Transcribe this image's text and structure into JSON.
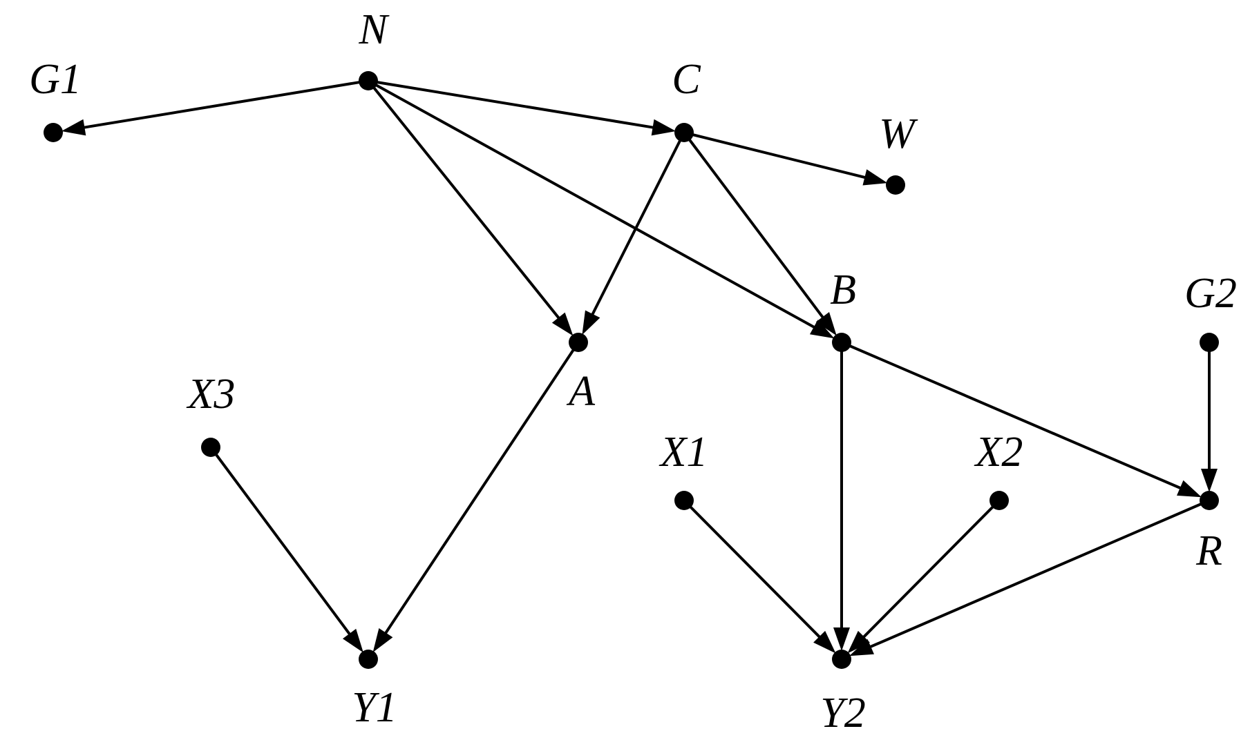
{
  "diagram": {
    "type": "directed-graph",
    "colors": {
      "ink": "#000000",
      "background": "#ffffff"
    },
    "nodes": [
      {
        "id": "N",
        "label": "N"
      },
      {
        "id": "G1",
        "label": "G1"
      },
      {
        "id": "C",
        "label": "C"
      },
      {
        "id": "W",
        "label": "W"
      },
      {
        "id": "A",
        "label": "A"
      },
      {
        "id": "B",
        "label": "B"
      },
      {
        "id": "G2",
        "label": "G2"
      },
      {
        "id": "X3",
        "label": "X3"
      },
      {
        "id": "X1",
        "label": "X1"
      },
      {
        "id": "X2",
        "label": "X2"
      },
      {
        "id": "R",
        "label": "R"
      },
      {
        "id": "Y1",
        "label": "Y1"
      },
      {
        "id": "Y2",
        "label": "Y2"
      }
    ],
    "edges": [
      {
        "from": "N",
        "to": "G1"
      },
      {
        "from": "N",
        "to": "C"
      },
      {
        "from": "N",
        "to": "A"
      },
      {
        "from": "N",
        "to": "B"
      },
      {
        "from": "C",
        "to": "W"
      },
      {
        "from": "C",
        "to": "A"
      },
      {
        "from": "C",
        "to": "B"
      },
      {
        "from": "A",
        "to": "Y1"
      },
      {
        "from": "X3",
        "to": "Y1"
      },
      {
        "from": "B",
        "to": "Y2"
      },
      {
        "from": "B",
        "to": "R"
      },
      {
        "from": "G2",
        "to": "R"
      },
      {
        "from": "X1",
        "to": "Y2"
      },
      {
        "from": "X2",
        "to": "Y2"
      },
      {
        "from": "R",
        "to": "Y2"
      }
    ]
  }
}
